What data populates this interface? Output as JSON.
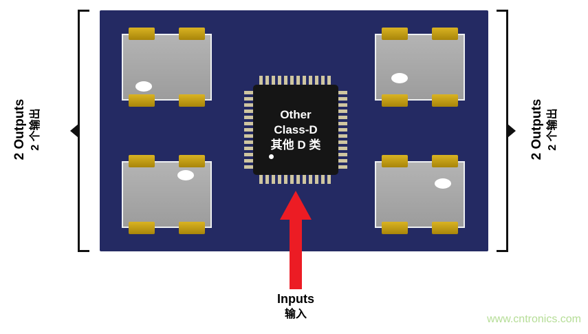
{
  "chip": {
    "line1": "Other",
    "line2": "Class-D",
    "line3": "其他 D 类"
  },
  "labels": {
    "left_outputs": {
      "en": "2 Outputs",
      "zh": "2 个输出"
    },
    "right_outputs": {
      "en": "2 Outputs",
      "zh": "2 个输出"
    },
    "inputs": {
      "en": "Inputs",
      "zh": "输入"
    }
  },
  "watermark": "www.cntronics.com",
  "colors": {
    "board_navy": "#242a63",
    "arrow_red": "#ec1c24",
    "pad_gold": "#c09a12",
    "component_gray": "#a8a8a8",
    "chip_black": "#151515",
    "watermark_green": "#b5dd96"
  }
}
